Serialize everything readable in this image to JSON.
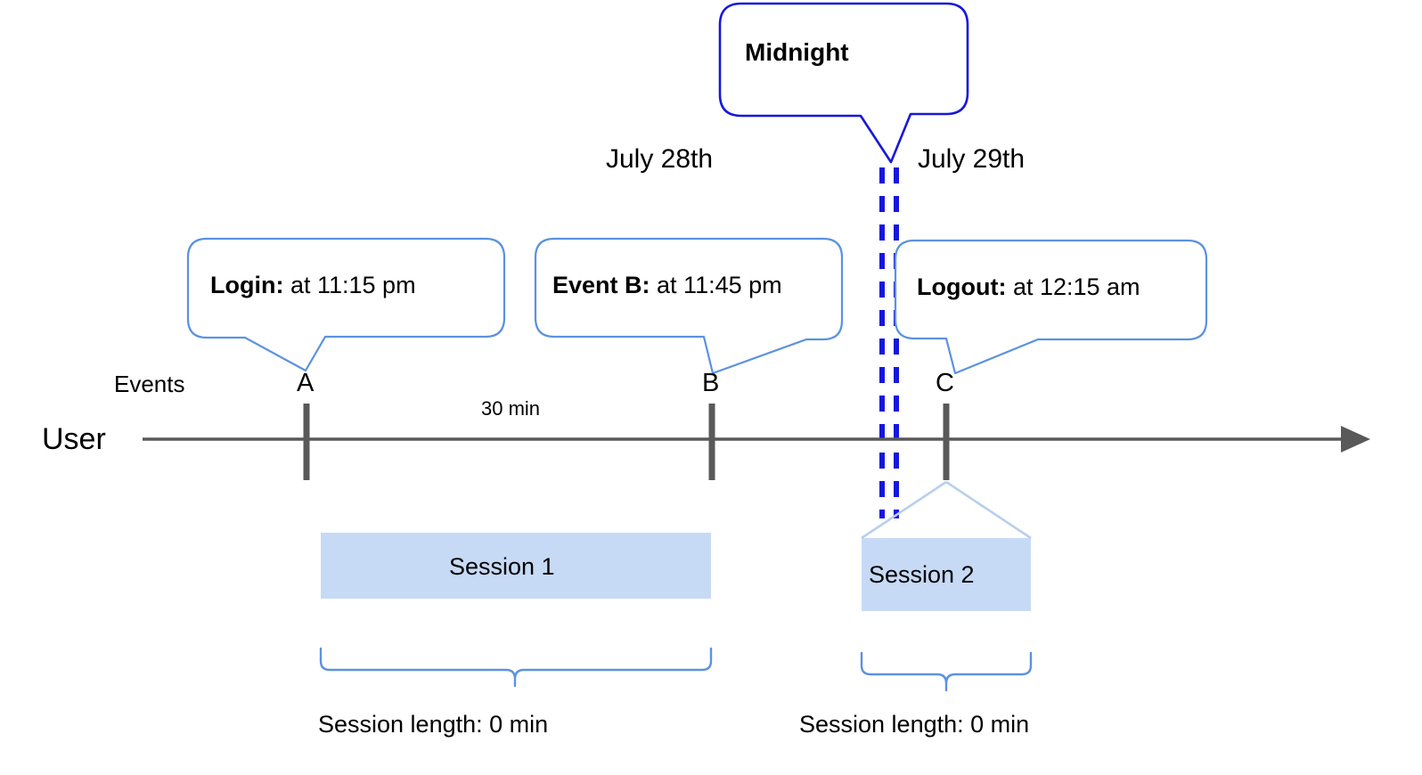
{
  "diagram": {
    "title_note": "User session timeline across midnight",
    "lane_labels": {
      "user": "User",
      "events": "Events"
    },
    "dates": [
      {
        "label": "July 28th"
      },
      {
        "label": "July 29th"
      }
    ],
    "midnight": {
      "label": "Midnight"
    },
    "events": [
      {
        "letter": "A",
        "bold": "Login:",
        "rest": " at 11:15 pm"
      },
      {
        "letter": "B",
        "bold": "Event B:",
        "rest": " at 11:45 pm"
      },
      {
        "letter": "C",
        "bold": "Logout:",
        "rest": " at 12:15 am"
      }
    ],
    "durations": [
      {
        "label": "30 min"
      }
    ],
    "sessions": [
      {
        "name": "Session 1",
        "length_label": "Session length: 0 min"
      },
      {
        "name": "Session 2",
        "length_label": "Session length: 0 min"
      }
    ],
    "colors": {
      "callout_stroke": "#5b92e0",
      "midnight_stroke": "#1717dd",
      "session_fill": "#c7daf5",
      "axis": "#595959",
      "brace": "#5b92e0",
      "connector": "#b8cfee"
    }
  }
}
